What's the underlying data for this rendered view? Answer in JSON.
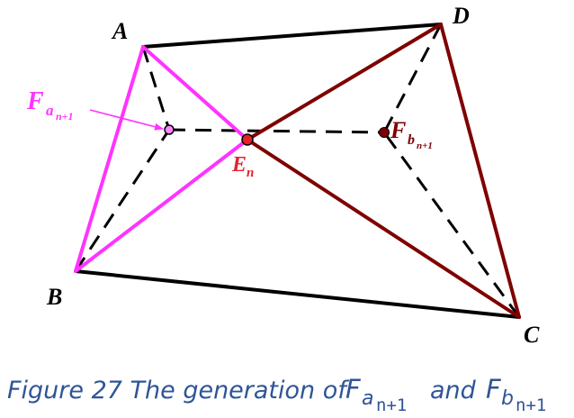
{
  "diagram": {
    "vertices": {
      "A": "A",
      "B": "B",
      "C": "C",
      "D": "D"
    },
    "points": {
      "E": {
        "main": "E",
        "sub": "n"
      },
      "Fa": {
        "main": "F",
        "sub": "a",
        "subsub": "n+1"
      },
      "Fb": {
        "main": "F",
        "sub": "b",
        "subsub": "n+1"
      }
    }
  },
  "caption": {
    "text": "Figure 27 The generation of ",
    "fa": {
      "main": "F",
      "sub": "a",
      "subsub": "n+1"
    },
    "and": " and ",
    "fb": {
      "main": "F",
      "sub": "b",
      "subsub": "n+1"
    }
  },
  "colors": {
    "quad_edge": "#000000",
    "magenta": "#ff33ff",
    "dark_red": "#7f0000",
    "E_point": "#e8202a",
    "caption": "#2f5597"
  }
}
